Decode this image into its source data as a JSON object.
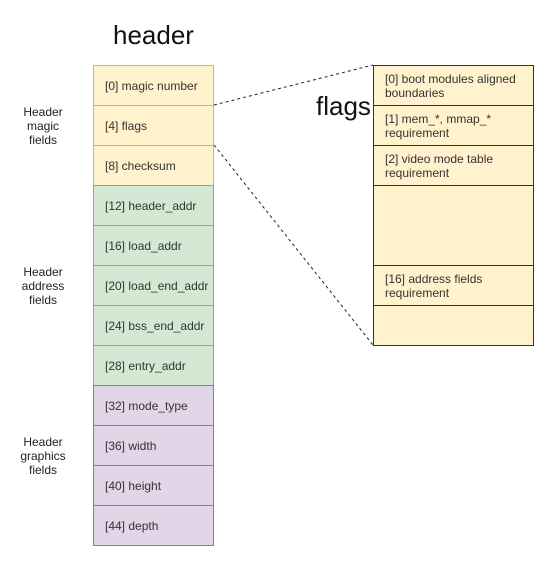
{
  "titles": {
    "header": "header",
    "flags": "flags"
  },
  "group_labels": [
    {
      "name": "magic",
      "text": "Header\nmagic\nfields"
    },
    {
      "name": "address",
      "text": "Header\naddress\nfields"
    },
    {
      "name": "graphics",
      "text": "Header\ngraphics\nfields"
    }
  ],
  "header_fields": [
    {
      "label": "[0] magic number",
      "group": "magic"
    },
    {
      "label": "[4] flags",
      "group": "magic"
    },
    {
      "label": "[8] checksum",
      "group": "magic"
    },
    {
      "label": "[12] header_addr",
      "group": "address"
    },
    {
      "label": "[16] load_addr",
      "group": "address"
    },
    {
      "label": "[20] load_end_addr",
      "group": "address"
    },
    {
      "label": "[24] bss_end_addr",
      "group": "address"
    },
    {
      "label": "[28] entry_addr",
      "group": "address"
    },
    {
      "label": "[32] mode_type",
      "group": "graphics"
    },
    {
      "label": "[36] width",
      "group": "graphics"
    },
    {
      "label": "[40] height",
      "group": "graphics"
    },
    {
      "label": "[44] depth",
      "group": "graphics"
    }
  ],
  "flag_fields": [
    {
      "label": "[0] boot modules aligned boundaries"
    },
    {
      "label": "[1] mem_*, mmap_* requirement"
    },
    {
      "label": "[2] video mode table requirement"
    },
    {
      "label": ""
    },
    {
      "label": "[16] address fields requirement"
    },
    {
      "label": ""
    }
  ],
  "colors": {
    "magic_fill": "#fff2cc",
    "magic_border": "#d6b656",
    "address_fill": "#d5e8d4",
    "address_border": "#82b366",
    "graphics_fill": "#e1d5e7",
    "graphics_border": "#9673a6",
    "flags_fill": "#fff2cc",
    "connector": "#222222"
  }
}
